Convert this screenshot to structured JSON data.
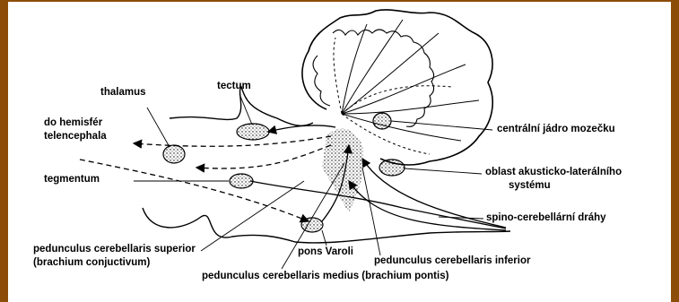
{
  "border_color": "#8c4d08",
  "labels": {
    "thalamus": "thalamus",
    "tectum": "tectum",
    "do_hemisfer": "do hemisfér",
    "telencephala": "telencephala",
    "tegmentum": "tegmentum",
    "centralni_jadro": "centrální jádro mozečku",
    "oblast_1": "oblast akusticko-laterálního",
    "oblast_2": "systému",
    "spino": "spino-cerebellární dráhy",
    "ped_sup_1": "pedunculus cerebellaris superior",
    "ped_sup_2": "(brachium conjuctivum)",
    "pons": "pons Varoli",
    "ped_inf": "pedunculus cerebellaris inferior",
    "ped_med": "pedunculus cerebellaris medius (brachium pontis)"
  }
}
